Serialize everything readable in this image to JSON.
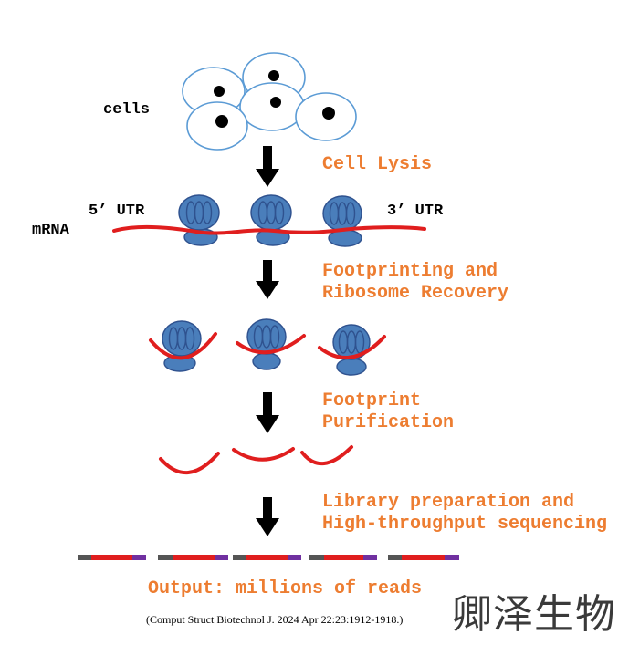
{
  "labels": {
    "cells": "cells",
    "utr_5": "5’ UTR",
    "utr_3": "3’ UTR",
    "mrna": "mRNA"
  },
  "steps": [
    {
      "lines": [
        "Cell Lysis"
      ]
    },
    {
      "lines": [
        "Footprinting and",
        "Ribosome Recovery"
      ]
    },
    {
      "lines": [
        "Footprint",
        "Purification"
      ]
    },
    {
      "lines": [
        "Library preparation and",
        "High-throughput sequencing"
      ]
    }
  ],
  "output": "Output: millions of reads",
  "citation": "(Comput Struct Biotechnol J. 2024 Apr 22:23:1912-1918.)",
  "watermark": "卿泽生物",
  "colors": {
    "step_text": "#ED7D31",
    "cell_outline": "#5B9BD5",
    "ribosome": "#4A7EBB",
    "ribosome_outline": "#2F528F",
    "rna": "#E01E1E",
    "read_adapter": "#555555",
    "read_insert": "#E01E1E",
    "read_barcode": "#7030A0"
  }
}
